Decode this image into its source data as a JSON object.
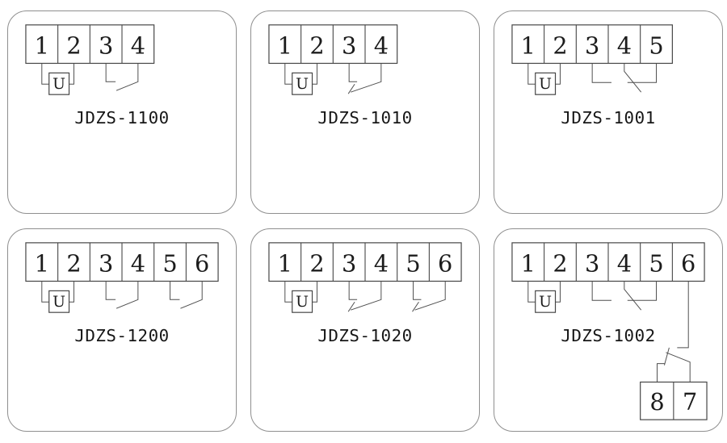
{
  "colors": {
    "background": "#ffffff",
    "line": "#4f4f4f",
    "panel_border": "#8f8f8f",
    "text": "#1c1c1c"
  },
  "panels": [
    {
      "model": "JDZS-1100",
      "terminals": [
        "1",
        "2",
        "3",
        "4"
      ],
      "u_label": "U",
      "coil_terminals": [
        "1",
        "2"
      ],
      "contacts": [
        {
          "type": "normally_open",
          "terminals": [
            "3",
            "4"
          ]
        }
      ]
    },
    {
      "model": "JDZS-1010",
      "terminals": [
        "1",
        "2",
        "3",
        "4"
      ],
      "u_label": "U",
      "coil_terminals": [
        "1",
        "2"
      ],
      "contacts": [
        {
          "type": "normally_closed",
          "terminals": [
            "3",
            "4"
          ]
        }
      ]
    },
    {
      "model": "JDZS-1001",
      "terminals": [
        "1",
        "2",
        "3",
        "4",
        "5"
      ],
      "u_label": "U",
      "coil_terminals": [
        "1",
        "2"
      ],
      "contacts": [
        {
          "type": "changeover",
          "terminals": [
            "3",
            "4",
            "5"
          ]
        }
      ]
    },
    {
      "model": "JDZS-1200",
      "terminals": [
        "1",
        "2",
        "3",
        "4",
        "5",
        "6"
      ],
      "u_label": "U",
      "coil_terminals": [
        "1",
        "2"
      ],
      "contacts": [
        {
          "type": "normally_open",
          "terminals": [
            "3",
            "4"
          ]
        },
        {
          "type": "normally_open",
          "terminals": [
            "5",
            "6"
          ]
        }
      ]
    },
    {
      "model": "JDZS-1020",
      "terminals": [
        "1",
        "2",
        "3",
        "4",
        "5",
        "6"
      ],
      "u_label": "U",
      "coil_terminals": [
        "1",
        "2"
      ],
      "contacts": [
        {
          "type": "normally_closed",
          "terminals": [
            "3",
            "4"
          ]
        },
        {
          "type": "normally_closed",
          "terminals": [
            "5",
            "6"
          ]
        }
      ]
    },
    {
      "model": "JDZS-1002",
      "terminals": [
        "1",
        "2",
        "3",
        "4",
        "5",
        "6"
      ],
      "u_label": "U",
      "coil_terminals": [
        "1",
        "2"
      ],
      "contacts": [
        {
          "type": "changeover",
          "terminals": [
            "3",
            "4",
            "5"
          ]
        }
      ],
      "aux": {
        "linked_terminal": "6",
        "terminals": [
          "8",
          "7"
        ]
      }
    }
  ]
}
